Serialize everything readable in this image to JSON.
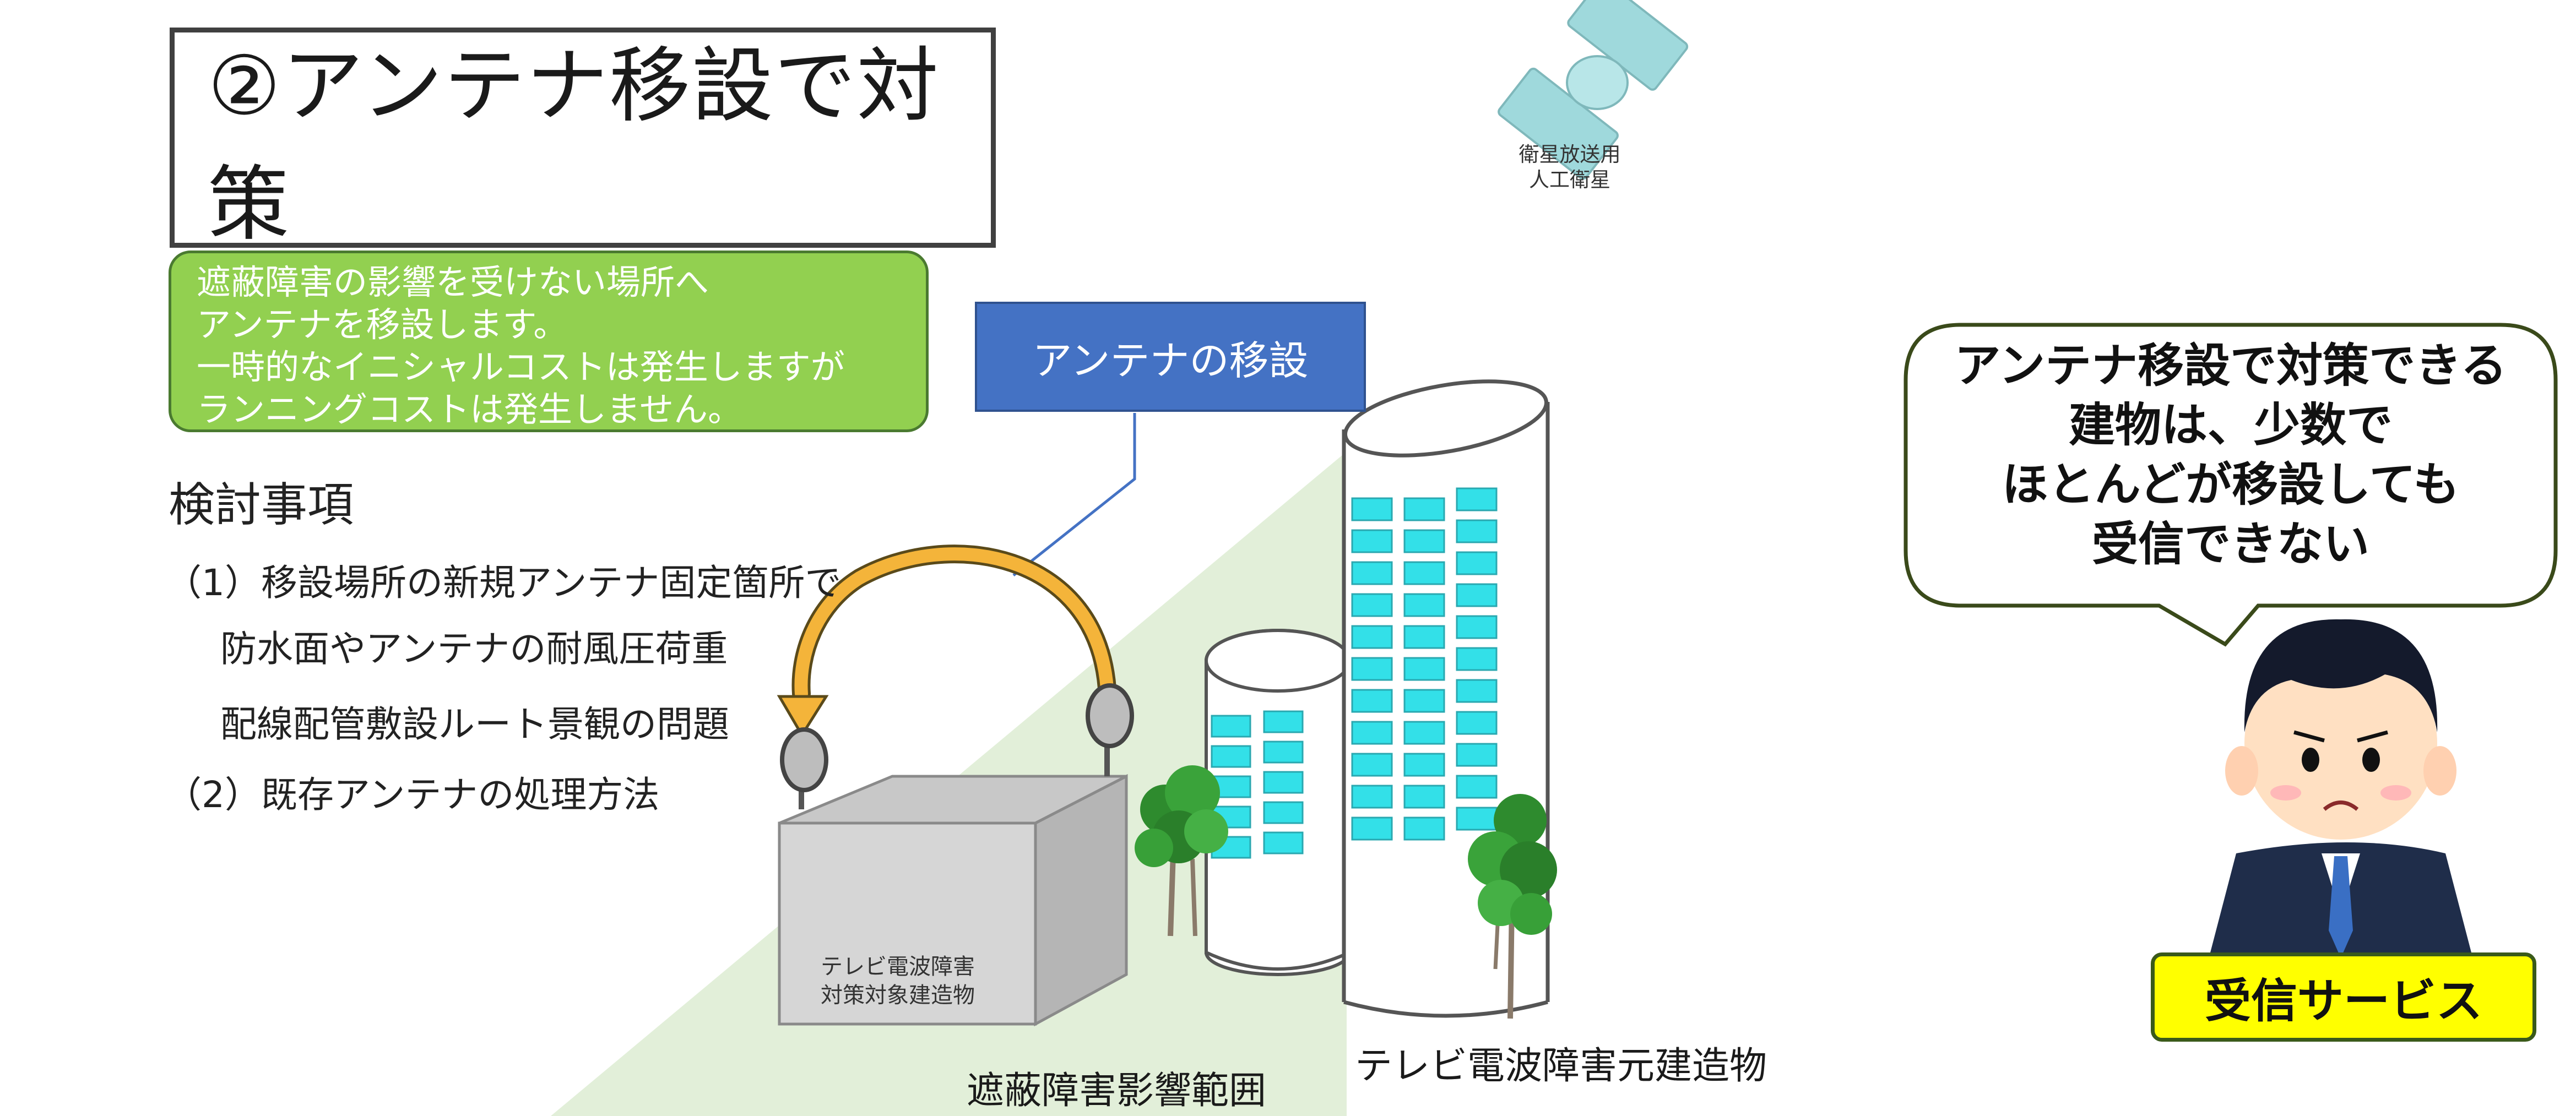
{
  "title": "②アンテナ移設で対策",
  "description": [
    "遮蔽障害の影響を受けない場所へ",
    "アンテナを移設します。",
    "一時的なイニシャルコストは発生しますが",
    "ランニングコストは発生しません。"
  ],
  "considerations": {
    "heading": "検討事項",
    "items": [
      "（1）移設場所の新規アンテナ固定箇所で",
      "防水面やアンテナの耐風圧荷重",
      "配線配管敷設ルート景観の問題",
      "（2）既存アンテナの処理方法"
    ]
  },
  "move_label": "アンテナの移設",
  "satellite_caption": [
    "衛星放送用",
    "人工衛星"
  ],
  "shadow_area_caption": "遮蔽障害影響範囲",
  "tower_caption": "テレビ電波障害元建造物",
  "target_building_caption": [
    "テレビ電波障害",
    "対策対象建造物"
  ],
  "speech_bubble": [
    "アンテナ移設で対策できる",
    "建物は、少数で",
    "ほとんどが移設しても",
    "受信できない"
  ],
  "service_label": "受信サービス",
  "colors": {
    "green_box": "#92d050",
    "blue_box": "#4472c4",
    "shadow_area": "#e2efd9",
    "window": "#33e0e8",
    "arrow": "#f4b43a",
    "service_label": "#ffff00"
  }
}
